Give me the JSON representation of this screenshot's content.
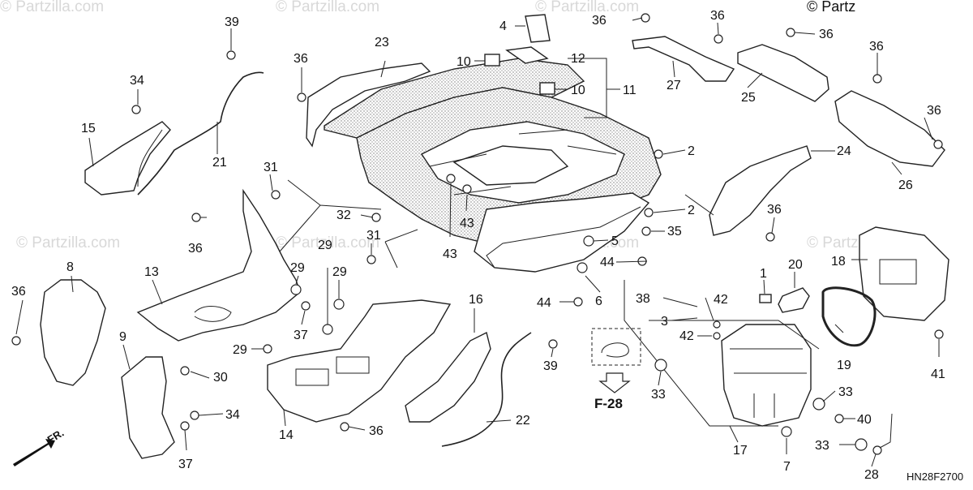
{
  "watermark": "© Partzilla.com",
  "copyright": "© Partz",
  "diagram_code": "HN28F2700",
  "reference": "F-28",
  "direction": "FR.",
  "callouts": [
    "1",
    "2",
    "3",
    "4",
    "5",
    "6",
    "7",
    "8",
    "9",
    "10",
    "11",
    "12",
    "13",
    "14",
    "15",
    "16",
    "17",
    "18",
    "19",
    "20",
    "21",
    "22",
    "23",
    "24",
    "25",
    "26",
    "27",
    "28",
    "29",
    "30",
    "31",
    "32",
    "33",
    "34",
    "35",
    "36",
    "37",
    "38",
    "39",
    "40",
    "41",
    "42",
    "43",
    "44"
  ]
}
